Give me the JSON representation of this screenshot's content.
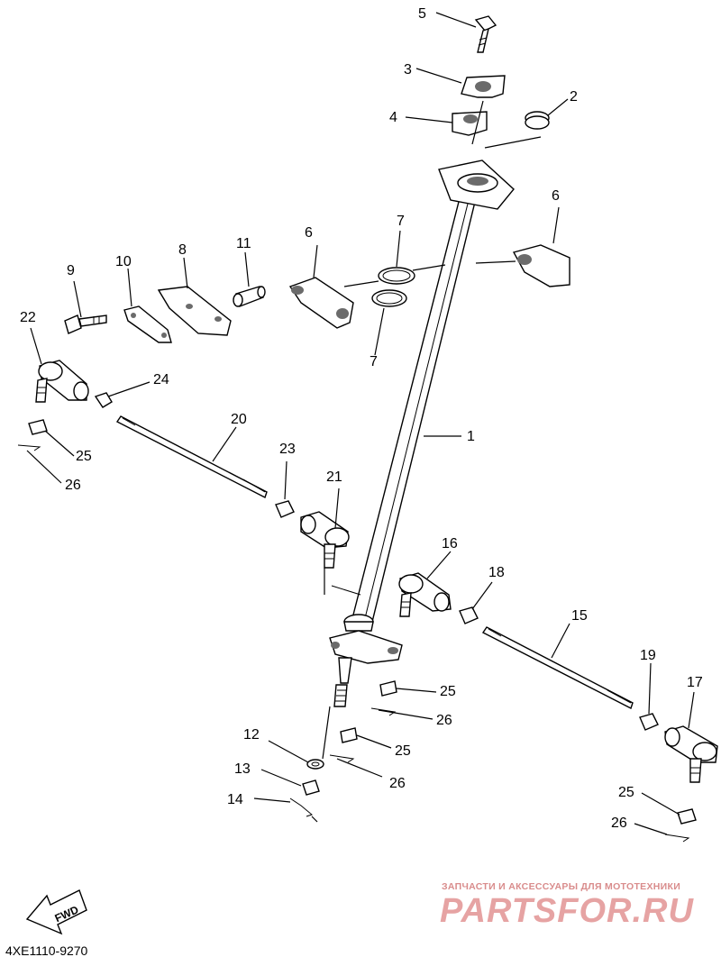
{
  "diagram_code": "4XE1110-9270",
  "fwd_label": "FWD",
  "watermark": {
    "caption": "ЗАПЧАСТИ И АКСЕССУАРЫ ДЛЯ МОТОТЕХНИКИ",
    "logo_text": "PARTSFOR.RU"
  },
  "callouts": {
    "c1": "1",
    "c2": "2",
    "c3": "3",
    "c4": "4",
    "c5": "5",
    "c6a": "6",
    "c6b": "6",
    "c7a": "7",
    "c7b": "7",
    "c8": "8",
    "c9": "9",
    "c10": "10",
    "c11": "11",
    "c12": "12",
    "c13": "13",
    "c14": "14",
    "c15": "15",
    "c16": "16",
    "c17": "17",
    "c18": "18",
    "c19": "19",
    "c20": "20",
    "c21": "21",
    "c22": "22",
    "c23": "23",
    "c24": "24",
    "c25a": "25",
    "c25b": "25",
    "c25c": "25",
    "c25d": "25",
    "c26a": "26",
    "c26b": "26",
    "c26c": "26",
    "c26d": "26"
  }
}
